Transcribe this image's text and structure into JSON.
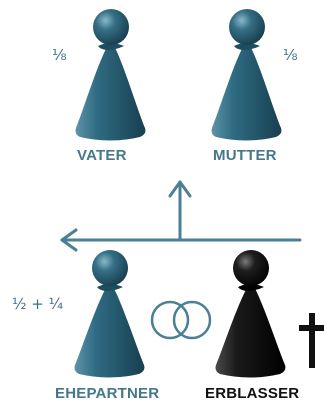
{
  "colors": {
    "teal": "#245d73",
    "label_teal": "#45778b",
    "black": "#111111",
    "arrow": "#4b7f93",
    "share_text": "#3f7186"
  },
  "figures": {
    "vater": {
      "label": "VATER",
      "share": "⅛"
    },
    "mutter": {
      "label": "MUTTER",
      "share": "⅛"
    },
    "ehepartner": {
      "label": "EHEPARTNER",
      "share": "½ + ¼"
    },
    "erblasser": {
      "label": "ERBLASSER",
      "mark": "†"
    }
  },
  "icons": {
    "marriage": "wedding-rings-icon",
    "deceased": "dagger-cross-icon",
    "flow": "arrow-icon"
  }
}
